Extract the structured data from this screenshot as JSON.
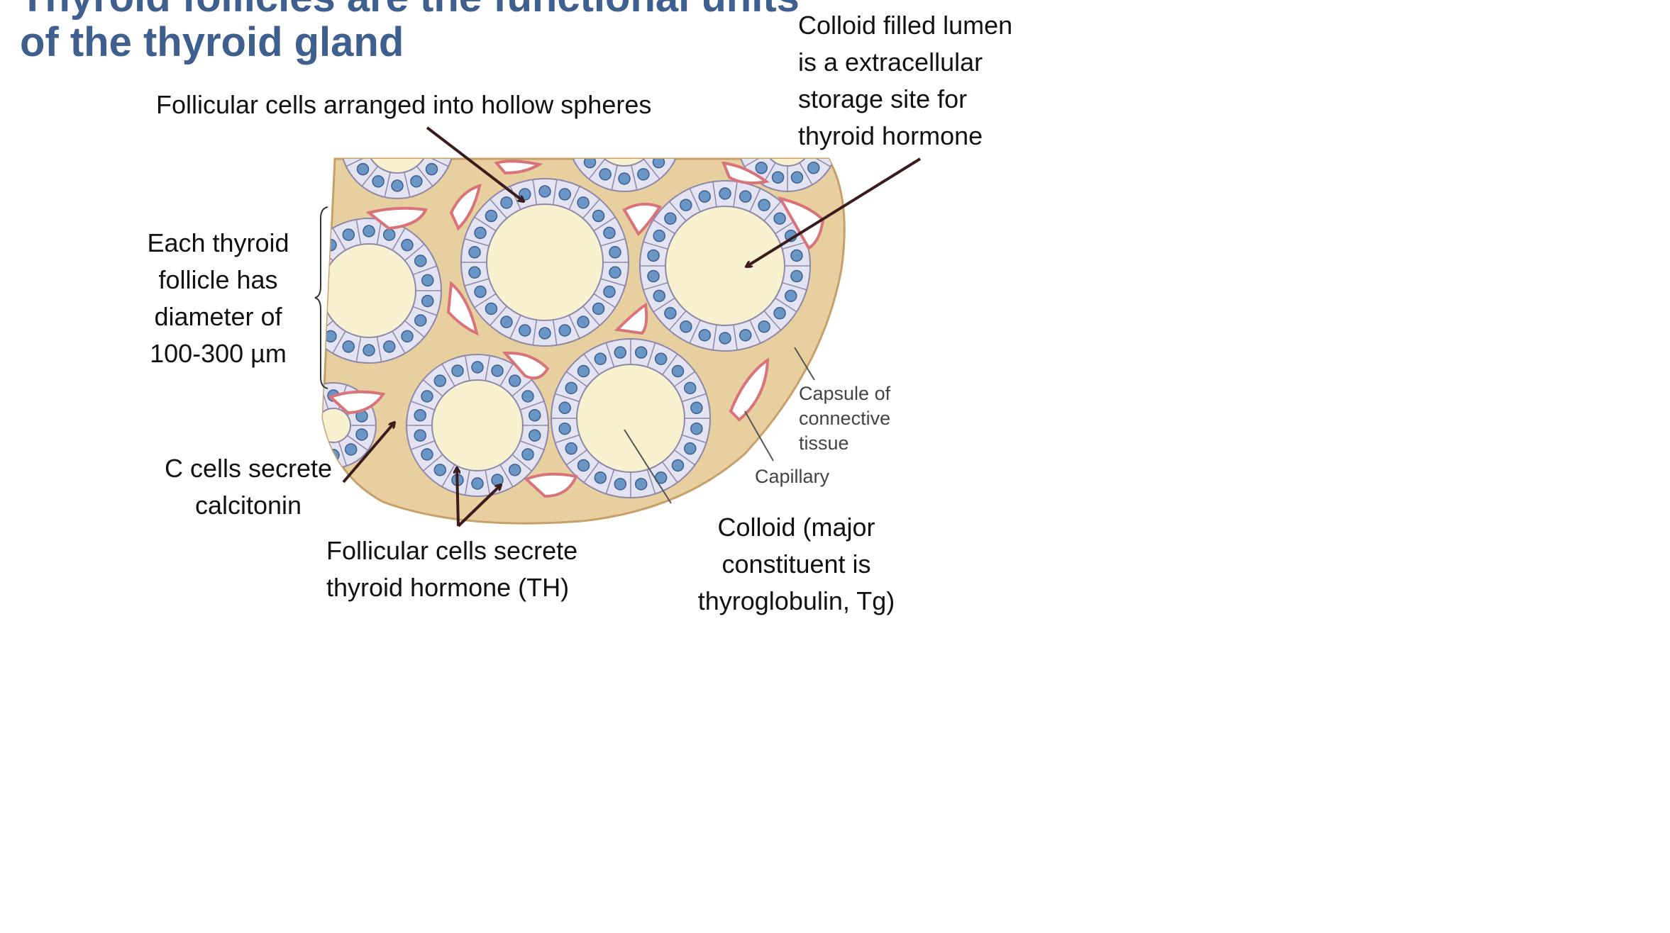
{
  "slide": {
    "title_line1": "Thyroid follicles are the functional units",
    "title_line2": "of the thyroid gland"
  },
  "annotations": {
    "follicular_spheres": "Follicular cells arranged into hollow spheres",
    "colloid_lumen": [
      "Colloid filled lumen",
      "is a extracellular",
      "storage site for",
      "thyroid hormone"
    ],
    "follicle_diameter": [
      "Each thyroid",
      "follicle has",
      "diameter of",
      "100-300 µm"
    ],
    "c_cells": [
      "C cells secrete",
      "calcitonin"
    ],
    "follicular_secrete": [
      "Follicular cells secrete",
      "thyroid hormone (TH)"
    ],
    "colloid_major": [
      "Colloid (major",
      "constituent is",
      "thyroglobulin, Tg)"
    ]
  },
  "figure_labels": {
    "capsule": [
      "Capsule of",
      "connective",
      "tissue"
    ],
    "capillary": "Capillary"
  },
  "colors": {
    "title": "#3f5f8f",
    "arrow": "#3a1c1c",
    "colloid": "#f8f1cf",
    "connective_tissue": "#e8cfa0",
    "cell_fill": "#e4e3f1",
    "nucleus": "#6a96c6",
    "capillary_wall": "#d9737a"
  }
}
